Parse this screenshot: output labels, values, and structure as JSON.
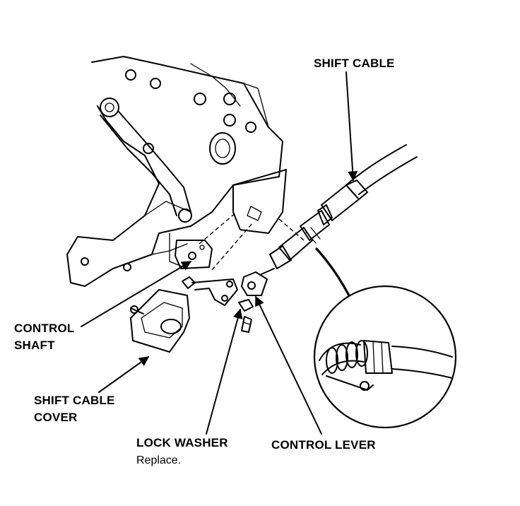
{
  "labels": {
    "shift_cable": "SHIFT CABLE",
    "control_shaft_line1": "CONTROL",
    "control_shaft_line2": "SHAFT",
    "shift_cable_cover_line1": "SHIFT CABLE",
    "shift_cable_cover_line2": "COVER",
    "lock_washer": "LOCK WASHER",
    "lock_washer_note": "Replace.",
    "control_lever": "CONTROL LEVER"
  }
}
